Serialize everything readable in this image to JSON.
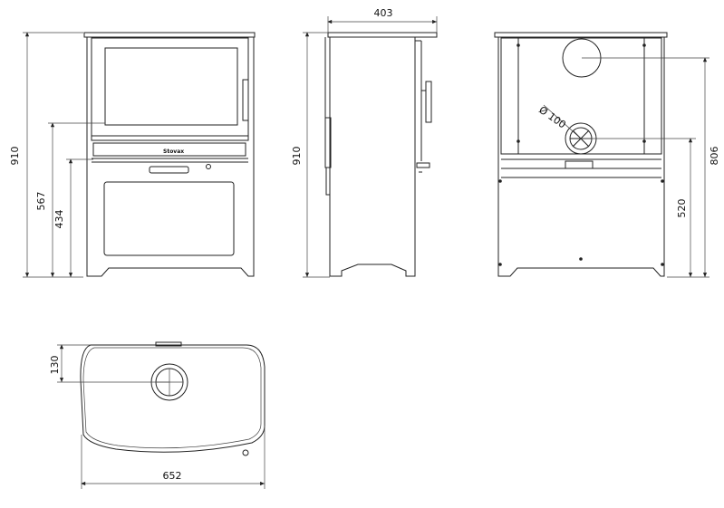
{
  "views": {
    "front": {
      "height_total": "910",
      "height_door_top": "567",
      "height_door_bottom": "434",
      "brand_mark": "Stovax"
    },
    "side": {
      "depth": "403",
      "height_total": "910"
    },
    "rear": {
      "height_outlet_top": "806",
      "height_outlet_rear": "520",
      "outlet_diameter": "Ø 100"
    },
    "top": {
      "offset_from_back": "130",
      "width": "652"
    }
  },
  "icons": [
    "flue-outlet-top",
    "air-inlet-rear",
    "air-control-lever",
    "door-handle"
  ]
}
